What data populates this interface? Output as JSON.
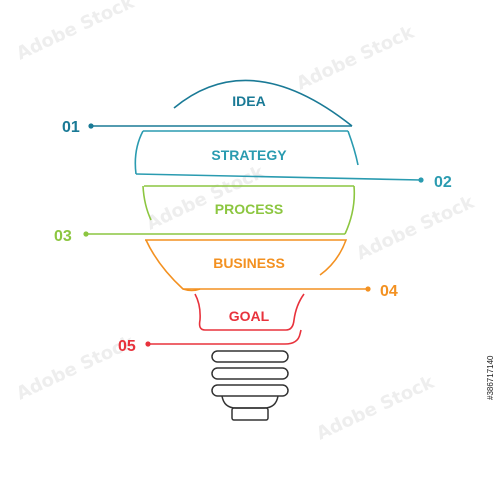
{
  "steps": [
    {
      "number": "01",
      "label": "IDEA",
      "color": "#1a7a96"
    },
    {
      "number": "02",
      "label": "STRATEGY",
      "color": "#2a9bb0"
    },
    {
      "number": "03",
      "label": "PROCESS",
      "color": "#8cc640"
    },
    {
      "number": "04",
      "label": "BUSINESS",
      "color": "#f39121"
    },
    {
      "number": "05",
      "label": "GOAL",
      "color": "#e8323c"
    }
  ],
  "bulb_base_color": "#333333",
  "watermark": {
    "text": "Adobe Stock",
    "color": "#eeeeee"
  },
  "stock_id": "#386717140"
}
